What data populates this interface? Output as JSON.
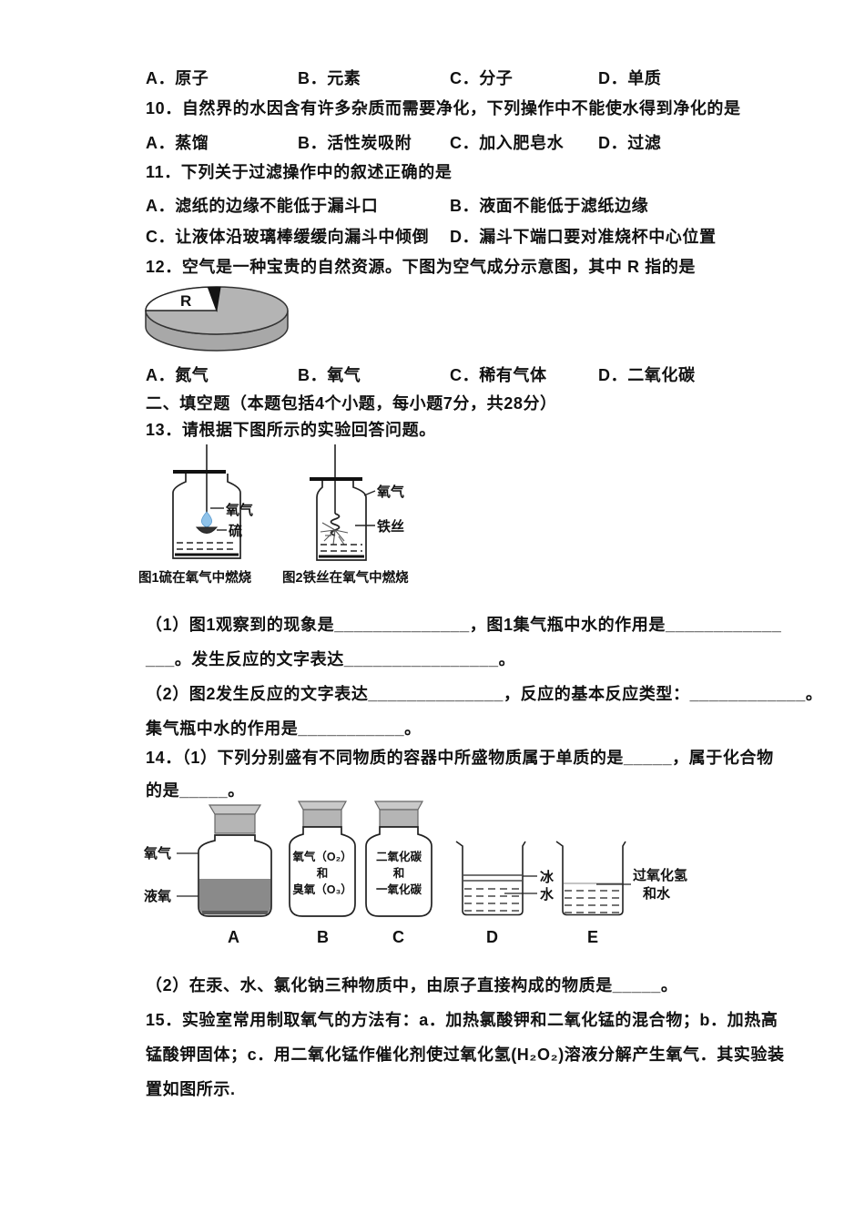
{
  "colors": {
    "text": "#111111",
    "pie_gray": "#b4b4b4",
    "pie_black": "#141414",
    "stopper_gray": "#bdbdbd",
    "liquid_gray": "#8a8a8a",
    "flame_blue": "#8fc3ea"
  },
  "q9": {
    "options": [
      "A．原子",
      "B．元素",
      "C．分子",
      "D．单质"
    ]
  },
  "q10": {
    "stem": "10．自然界的水因含有许多杂质而需要净化，下列操作中不能使水得到净化的是",
    "options": [
      "A．蒸馏",
      "B．活性炭吸附",
      "C．加入肥皂水",
      "D．过滤"
    ]
  },
  "q11": {
    "stem": "11．下列关于过滤操作中的叙述正确的是",
    "optA": "A．滤纸的边缘不能低于漏斗口",
    "optB": "B．液面不能低于滤纸边缘",
    "optC": "C．让液体沿玻璃棒缓缓向漏斗中倾倒",
    "optD": "D．漏斗下端口要对准烧杯中心位置"
  },
  "q12": {
    "stem": "12．空气是一种宝贵的自然资源。下图为空气成分示意图，其中 R 指的是",
    "pie_label": "R",
    "options": [
      "A．氮气",
      "B．氧气",
      "C．稀有气体",
      "D．二氧化碳"
    ]
  },
  "section2": {
    "title": "二、填空题（本题包括4个小题，每小题7分，共28分）"
  },
  "q13": {
    "stem": "13．请根据下图所示的实验回答问题。",
    "fig1": {
      "labels": [
        "氧气",
        "硫"
      ],
      "caption": "图1硫在氧气中燃烧"
    },
    "fig2": {
      "labels": [
        "氧气",
        "铁丝"
      ],
      "caption": "图2铁丝在氧气中燃烧"
    },
    "blank1": "（1）图1观察到的现象是______________，图1集气瓶中水的作用是____________",
    "blank2": "___。发生反应的文字表达________________。",
    "blank3": "（2）图2发生反应的文字表达______________，反应的基本反应类型：____________。",
    "blank4": "集气瓶中水的作用是___________。"
  },
  "q14": {
    "stem1": "14．（1）下列分别盛有不同物质的容器中所盛物质属于单质的是_____，属于化合物",
    "stem2": "的是_____。",
    "containers": {
      "a_labels": [
        "氧气",
        "液氧"
      ],
      "b_text": [
        "氧气（O₂）",
        "和",
        "臭氧（O₃）"
      ],
      "c_text": [
        "二氧化碳",
        "和",
        "一氧化碳"
      ],
      "d_labels": [
        "冰",
        "水"
      ],
      "e_label": [
        "过氧化氢",
        "和水"
      ],
      "letters": [
        "A",
        "B",
        "C",
        "D",
        "E"
      ]
    },
    "part2": "（2）在汞、水、氯化钠三种物质中，由原子直接构成的物质是_____。"
  },
  "q15": {
    "line1": "15．实验室常用制取氧气的方法有：a．加热氯酸钾和二氧化锰的混合物；b．加热高",
    "line2": "锰酸钾固体；c．用二氧化锰作催化剂使过氧化氢(H₂O₂)溶液分解产生氧气．其实验装",
    "line3": "置如图所示."
  },
  "chart_data": {
    "type": "pie",
    "title": "空气成分示意图",
    "legend_position": "none",
    "slices": [
      {
        "label": "氮气(未标注)",
        "value": 78,
        "color": "#b4b4b4"
      },
      {
        "label": "R",
        "value": 21,
        "color": "#ffffff"
      },
      {
        "label": "其他(未标注)",
        "value": 1,
        "color": "#141414"
      }
    ]
  }
}
